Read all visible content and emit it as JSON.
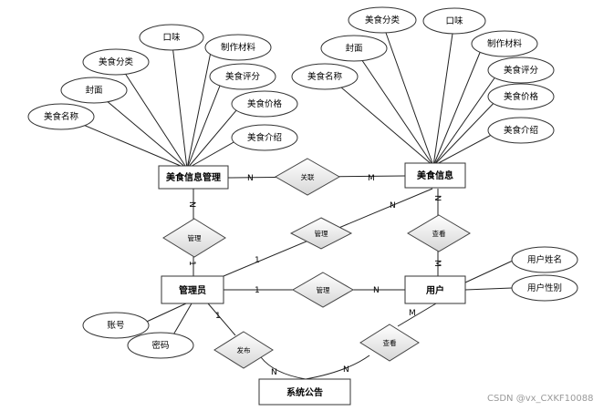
{
  "entities": {
    "food_info_mgmt": "美食信息管理",
    "food_info": "美食信息",
    "admin": "管理员",
    "user": "用户",
    "announcement": "系统公告"
  },
  "attributes": {
    "mgmt": [
      "美食名称",
      "封面",
      "美食分类",
      "口味",
      "制作材料",
      "美食评分",
      "美食价格",
      "美食介绍"
    ],
    "info": [
      "美食名称",
      "封面",
      "美食分类",
      "口味",
      "制作材料",
      "美食评分",
      "美食价格",
      "美食介绍"
    ],
    "admin": [
      "账号",
      "密码"
    ],
    "user": [
      "用户姓名",
      "用户性别"
    ]
  },
  "relationships": {
    "mgmt_info": "关联",
    "admin_mgmt": "管理",
    "admin_info": "管理",
    "admin_user": "管理",
    "user_info": "查看",
    "user_announcement": "查看",
    "admin_announcement": "发布"
  },
  "cardinalities": {
    "mgmt_rel": "N",
    "rel_info": "M",
    "mgmt_rel_down": "N",
    "rel_admin_up": "1",
    "admin_rel2": "1",
    "rel2_info": "N",
    "info_rel3": "N",
    "rel3_user": "M",
    "admin_rel4": "1",
    "rel4_user": "N",
    "user_rel5": "M",
    "rel5_ann": "N",
    "admin_rel6": "1",
    "rel6_ann": "N"
  },
  "watermark": "CSDN @vx_CXKF10088"
}
